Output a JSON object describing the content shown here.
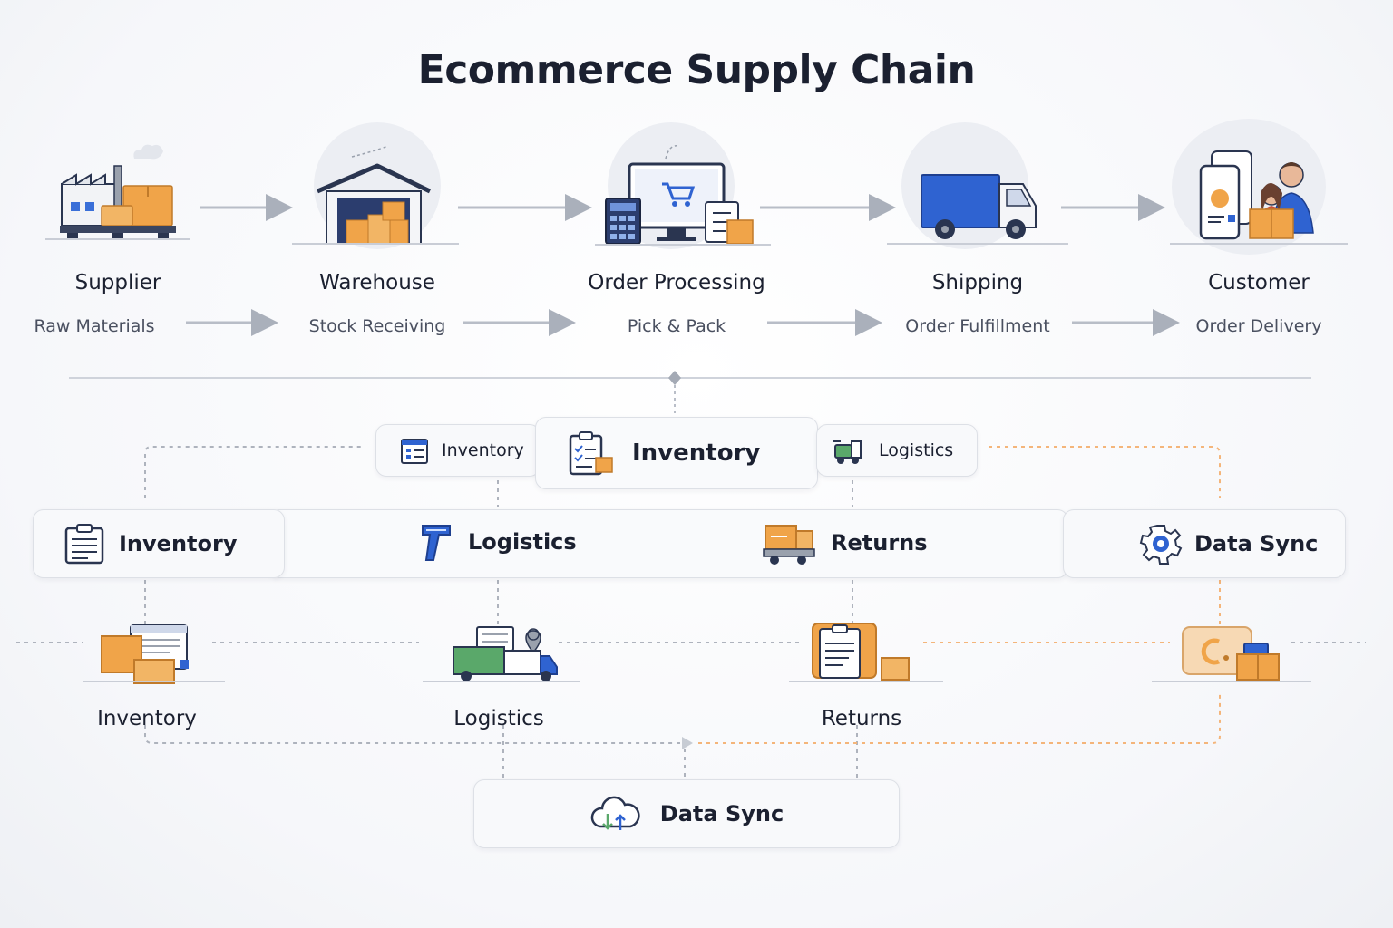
{
  "title": "Ecommerce Supply Chain",
  "stages": [
    {
      "name": "Supplier",
      "sub": "Raw Materials",
      "icon": "factory-icon"
    },
    {
      "name": "Warehouse",
      "sub": "Stock Receiving",
      "icon": "warehouse-icon"
    },
    {
      "name": "Order Processing",
      "sub": "Pick & Pack",
      "icon": "computer-cart-icon"
    },
    {
      "name": "Shipping",
      "sub": "Order Fulfillment",
      "icon": "truck-icon"
    },
    {
      "name": "Customer",
      "sub": "Order Delivery",
      "icon": "customer-icon"
    }
  ],
  "top_pills": {
    "left": "Inventory",
    "center": "Inventory",
    "right": "Logistics"
  },
  "middle_row": [
    {
      "label": "Inventory",
      "icon": "clipboard-icon"
    },
    {
      "label": "Logistics",
      "icon": "scanner-icon"
    },
    {
      "label": "Returns",
      "icon": "return-truck-icon"
    },
    {
      "label": "Data Sync",
      "icon": "gear-sync-icon"
    }
  ],
  "bottom_row": [
    {
      "label": "Inventory",
      "icon": "boxes-icon"
    },
    {
      "label": "Logistics",
      "icon": "delivery-truck-icon"
    },
    {
      "label": "Returns",
      "icon": "returns-doc-icon"
    },
    {
      "label": "",
      "icon": "data-sync-boxes-icon"
    }
  ],
  "data_sync": {
    "label": "Data Sync",
    "icon": "cloud-sync-icon"
  },
  "colors": {
    "blue": "#2f63d1",
    "orange": "#f0a449",
    "green": "#5aa86a",
    "navy": "#2a3550",
    "gray": "#9aa1ad"
  }
}
